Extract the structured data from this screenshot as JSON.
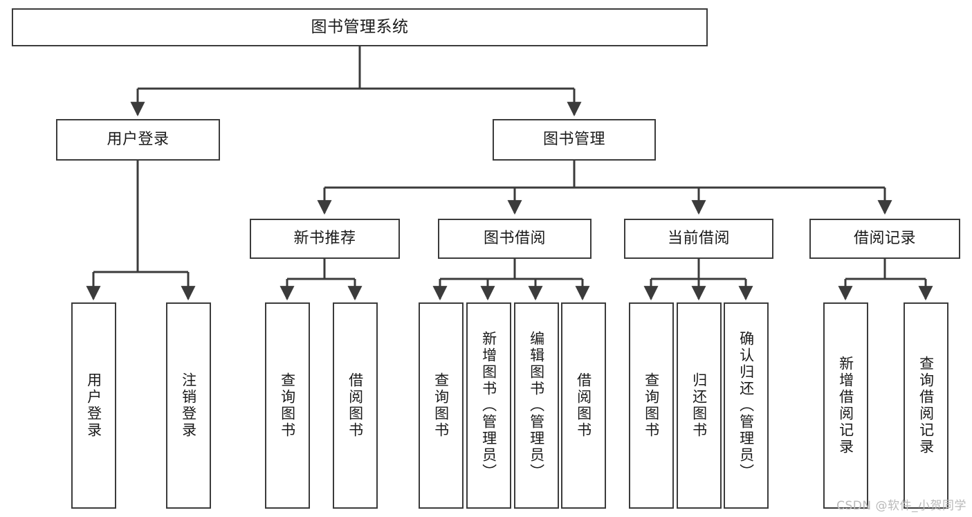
{
  "diagram": {
    "title": "图书管理系统",
    "type": "functional-structure-tree",
    "watermark": "CSDN @软件_小贺同学",
    "stroke_color": "#3b3b3b",
    "background_color": "#ffffff",
    "text_color": "#1a1a1a",
    "watermark_color": "#b9b9b9"
  },
  "nodes": {
    "root": {
      "label": "图书管理系统",
      "level": 0,
      "orientation": "horizontal"
    },
    "level1": [
      {
        "id": "user-login",
        "label": "用户登录",
        "orientation": "horizontal"
      },
      {
        "id": "book-management",
        "label": "图书管理",
        "orientation": "horizontal"
      }
    ],
    "level2": [
      {
        "id": "new-book-recommend",
        "label": "新书推荐",
        "parent": "book-management",
        "orientation": "horizontal"
      },
      {
        "id": "book-borrow",
        "label": "图书借阅",
        "parent": "book-management",
        "orientation": "horizontal"
      },
      {
        "id": "current-borrow",
        "label": "当前借阅",
        "parent": "book-management",
        "orientation": "horizontal"
      },
      {
        "id": "borrow-record",
        "label": "借阅记录",
        "parent": "book-management",
        "orientation": "horizontal"
      }
    ],
    "leaves": [
      {
        "id": "leaf-user-login",
        "label": "用户登录",
        "parent": "user-login",
        "orientation": "vertical"
      },
      {
        "id": "leaf-logout",
        "label": "注销登录",
        "parent": "user-login",
        "orientation": "vertical"
      },
      {
        "id": "leaf-query-book-1",
        "label": "查询图书",
        "parent": "new-book-recommend",
        "orientation": "vertical"
      },
      {
        "id": "leaf-borrow-book-1",
        "label": "借阅图书",
        "parent": "new-book-recommend",
        "orientation": "vertical"
      },
      {
        "id": "leaf-query-book-2",
        "label": "查询图书",
        "parent": "book-borrow",
        "orientation": "vertical"
      },
      {
        "id": "leaf-add-book",
        "label": "新增图书（管理员）",
        "parent": "book-borrow",
        "orientation": "vertical"
      },
      {
        "id": "leaf-edit-book",
        "label": "编辑图书（管理员）",
        "parent": "book-borrow",
        "orientation": "vertical"
      },
      {
        "id": "leaf-borrow-book-2",
        "label": "借阅图书",
        "parent": "book-borrow",
        "orientation": "vertical"
      },
      {
        "id": "leaf-query-book-3",
        "label": "查询图书",
        "parent": "current-borrow",
        "orientation": "vertical"
      },
      {
        "id": "leaf-return-book",
        "label": "归还图书",
        "parent": "current-borrow",
        "orientation": "vertical"
      },
      {
        "id": "leaf-confirm-return",
        "label": "确认归还（管理员）",
        "parent": "current-borrow",
        "orientation": "vertical"
      },
      {
        "id": "leaf-add-record",
        "label": "新增借阅记录",
        "parent": "borrow-record",
        "orientation": "vertical"
      },
      {
        "id": "leaf-query-record",
        "label": "查询借阅记录",
        "parent": "borrow-record",
        "orientation": "vertical"
      }
    ]
  }
}
